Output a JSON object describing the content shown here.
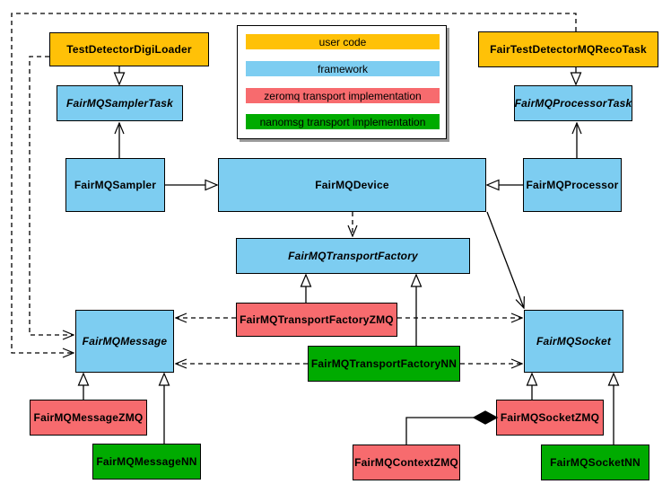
{
  "palette": {
    "userCode": "#FFC107",
    "framework": "#7DCDF1",
    "zeromq": "#F76B6E",
    "nanomsg": "#00AB00",
    "line": "#000000",
    "legendShadow": "#9A9A9A"
  },
  "legend": {
    "items": [
      {
        "label": "user code",
        "color": "#FFC107"
      },
      {
        "label": "framework",
        "color": "#7DCDF1"
      },
      {
        "label": "zeromq transport implementation",
        "color": "#F76B6E"
      },
      {
        "label": "nanomsg transport implementation",
        "color": "#00AB00"
      }
    ]
  },
  "nodes": {
    "digiLoader": {
      "label": "TestDetectorDigiLoader",
      "category": "user code",
      "abstract": false
    },
    "recoTask": {
      "label": "FairTestDetectorMQRecoTask",
      "category": "user code",
      "abstract": false
    },
    "samplerTask": {
      "label": "FairMQSamplerTask",
      "category": "framework",
      "abstract": true
    },
    "processorTask": {
      "label": "FairMQProcessorTask",
      "category": "framework",
      "abstract": true
    },
    "sampler": {
      "label": "FairMQSampler",
      "category": "framework",
      "abstract": false
    },
    "device": {
      "label": "FairMQDevice",
      "category": "framework",
      "abstract": false
    },
    "processor": {
      "label": "FairMQProcessor",
      "category": "framework",
      "abstract": false
    },
    "transportFactory": {
      "label": "FairMQTransportFactory",
      "category": "framework",
      "abstract": true
    },
    "transportFactoryZMQ": {
      "label": "FairMQTransportFactoryZMQ",
      "category": "zeromq",
      "abstract": false
    },
    "transportFactoryNN": {
      "label": "FairMQTransportFactoryNN",
      "category": "nanomsg",
      "abstract": false
    },
    "message": {
      "label": "FairMQMessage",
      "category": "framework",
      "abstract": true
    },
    "socket": {
      "label": "FairMQSocket",
      "category": "framework",
      "abstract": true
    },
    "messageZMQ": {
      "label": "FairMQMessageZMQ",
      "category": "zeromq",
      "abstract": false
    },
    "messageNN": {
      "label": "FairMQMessageNN",
      "category": "nanomsg",
      "abstract": false
    },
    "socketZMQ": {
      "label": "FairMQSocketZMQ",
      "category": "zeromq",
      "abstract": false
    },
    "socketNN": {
      "label": "FairMQSocketNN",
      "category": "nanomsg",
      "abstract": false
    },
    "contextZMQ": {
      "label": "FairMQContextZMQ",
      "category": "zeromq",
      "abstract": false
    }
  },
  "edges": [
    {
      "from": "TestDetectorDigiLoader",
      "to": "FairMQSamplerTask",
      "type": "inheritance"
    },
    {
      "from": "FairTestDetectorMQRecoTask",
      "to": "FairMQProcessorTask",
      "type": "inheritance"
    },
    {
      "from": "FairMQSampler",
      "to": "FairMQDevice",
      "type": "inheritance"
    },
    {
      "from": "FairMQProcessor",
      "to": "FairMQDevice",
      "type": "inheritance"
    },
    {
      "from": "FairMQSampler",
      "to": "FairMQSamplerTask",
      "type": "association"
    },
    {
      "from": "FairMQProcessor",
      "to": "FairMQProcessorTask",
      "type": "association"
    },
    {
      "from": "FairMQDevice",
      "to": "FairMQSocket",
      "type": "association"
    },
    {
      "from": "FairMQDevice",
      "to": "FairMQTransportFactory",
      "type": "dependency"
    },
    {
      "from": "TestDetectorDigiLoader",
      "to": "FairMQMessage",
      "type": "dependency"
    },
    {
      "from": "FairTestDetectorMQRecoTask",
      "to": "FairMQMessage",
      "type": "dependency"
    },
    {
      "from": "FairMQTransportFactoryZMQ",
      "to": "FairMQTransportFactory",
      "type": "inheritance"
    },
    {
      "from": "FairMQTransportFactoryNN",
      "to": "FairMQTransportFactory",
      "type": "inheritance"
    },
    {
      "from": "FairMQTransportFactoryZMQ",
      "to": "FairMQMessage",
      "type": "dependency"
    },
    {
      "from": "FairMQTransportFactoryZMQ",
      "to": "FairMQSocket",
      "type": "dependency"
    },
    {
      "from": "FairMQTransportFactoryNN",
      "to": "FairMQMessage",
      "type": "dependency"
    },
    {
      "from": "FairMQTransportFactoryNN",
      "to": "FairMQSocket",
      "type": "dependency"
    },
    {
      "from": "FairMQMessageZMQ",
      "to": "FairMQMessage",
      "type": "inheritance"
    },
    {
      "from": "FairMQMessageNN",
      "to": "FairMQMessage",
      "type": "inheritance"
    },
    {
      "from": "FairMQSocketZMQ",
      "to": "FairMQSocket",
      "type": "inheritance"
    },
    {
      "from": "FairMQSocketNN",
      "to": "FairMQSocket",
      "type": "inheritance"
    },
    {
      "from": "FairMQContextZMQ",
      "to": "FairMQSocketZMQ",
      "type": "composition"
    }
  ]
}
